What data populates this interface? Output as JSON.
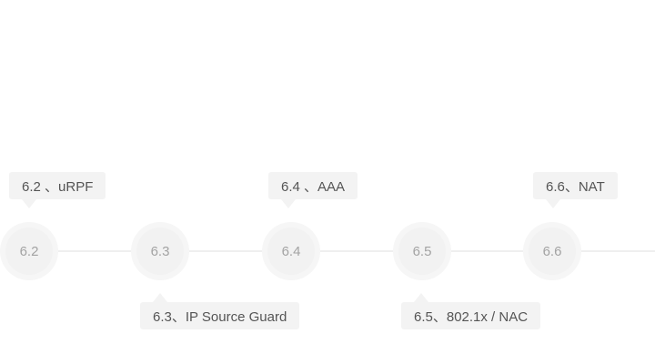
{
  "timeline": {
    "nodes": [
      {
        "label": "6.2"
      },
      {
        "label": "6.3"
      },
      {
        "label": "6.4"
      },
      {
        "label": "6.5"
      },
      {
        "label": "6.6"
      }
    ],
    "callouts": [
      {
        "text": "6.2 、uRPF",
        "position": "above"
      },
      {
        "text": "6.3、IP Source Guard",
        "position": "below"
      },
      {
        "text": "6.4 、AAA",
        "position": "above"
      },
      {
        "text": "6.5、802.1x / NAC",
        "position": "below"
      },
      {
        "text": "6.6、NAT",
        "position": "above"
      }
    ]
  },
  "colors": {
    "line": "#efefef",
    "node_outer": "#f6f6f6",
    "node_inner": "#f2f2f2",
    "node_text": "#a3a3a3",
    "callout_bg": "#f3f3f3",
    "callout_text": "#555555"
  }
}
